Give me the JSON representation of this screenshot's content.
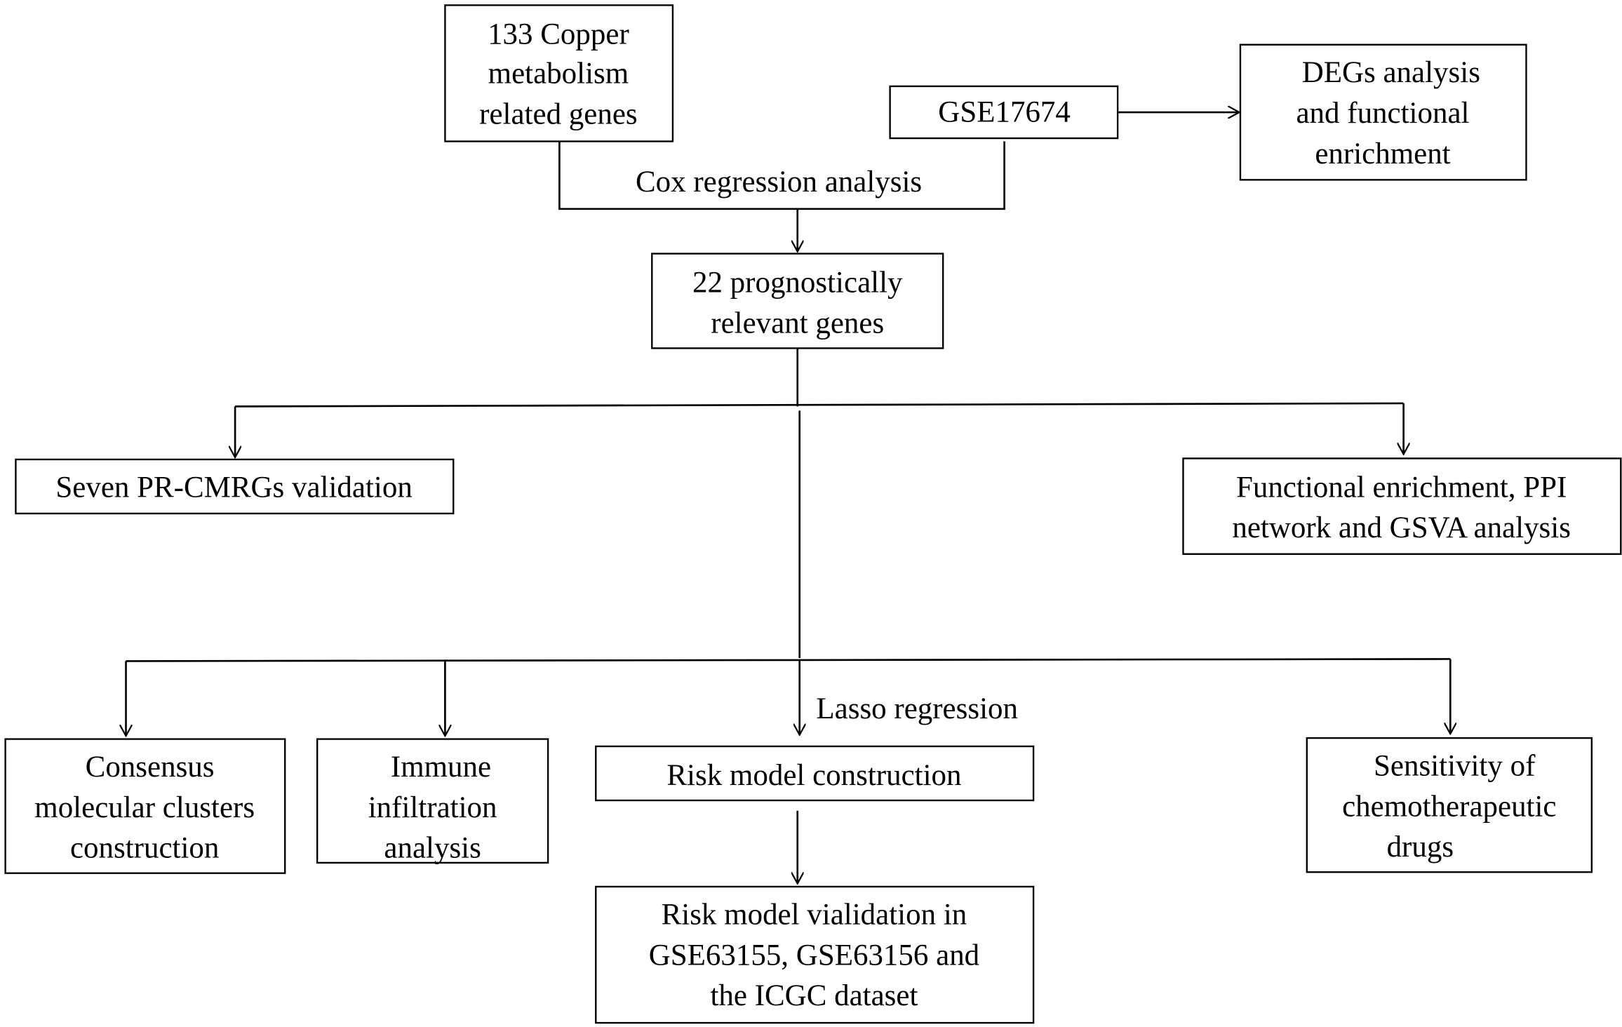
{
  "nodes": {
    "copper_genes": [
      "133 Copper",
      "metabolism",
      "related genes"
    ],
    "gse17674": [
      "GSE17674"
    ],
    "degs": [
      "DEGs analysis",
      "and functional",
      "enrichment"
    ],
    "prognostic": [
      "22 prognostically",
      "relevant genes"
    ],
    "seven_validation": [
      "Seven PR-CMRGs validation"
    ],
    "functional_ppi": [
      "Functional enrichment, PPI",
      "network and GSVA analysis"
    ],
    "consensus": [
      "Consensus",
      "molecular clusters",
      "construction"
    ],
    "immune": [
      "Immune",
      "infiltration",
      "analysis"
    ],
    "risk_model": [
      "Risk model construction"
    ],
    "risk_validation": [
      "Risk model vialidation in",
      "GSE63155, GSE63156 and",
      "the ICGC dataset"
    ],
    "sensitivity": [
      "Sensitivity of",
      "chemotherapeutic",
      "drugs"
    ]
  },
  "edge_labels": {
    "cox": "Cox regression analysis",
    "lasso": "Lasso regression"
  }
}
